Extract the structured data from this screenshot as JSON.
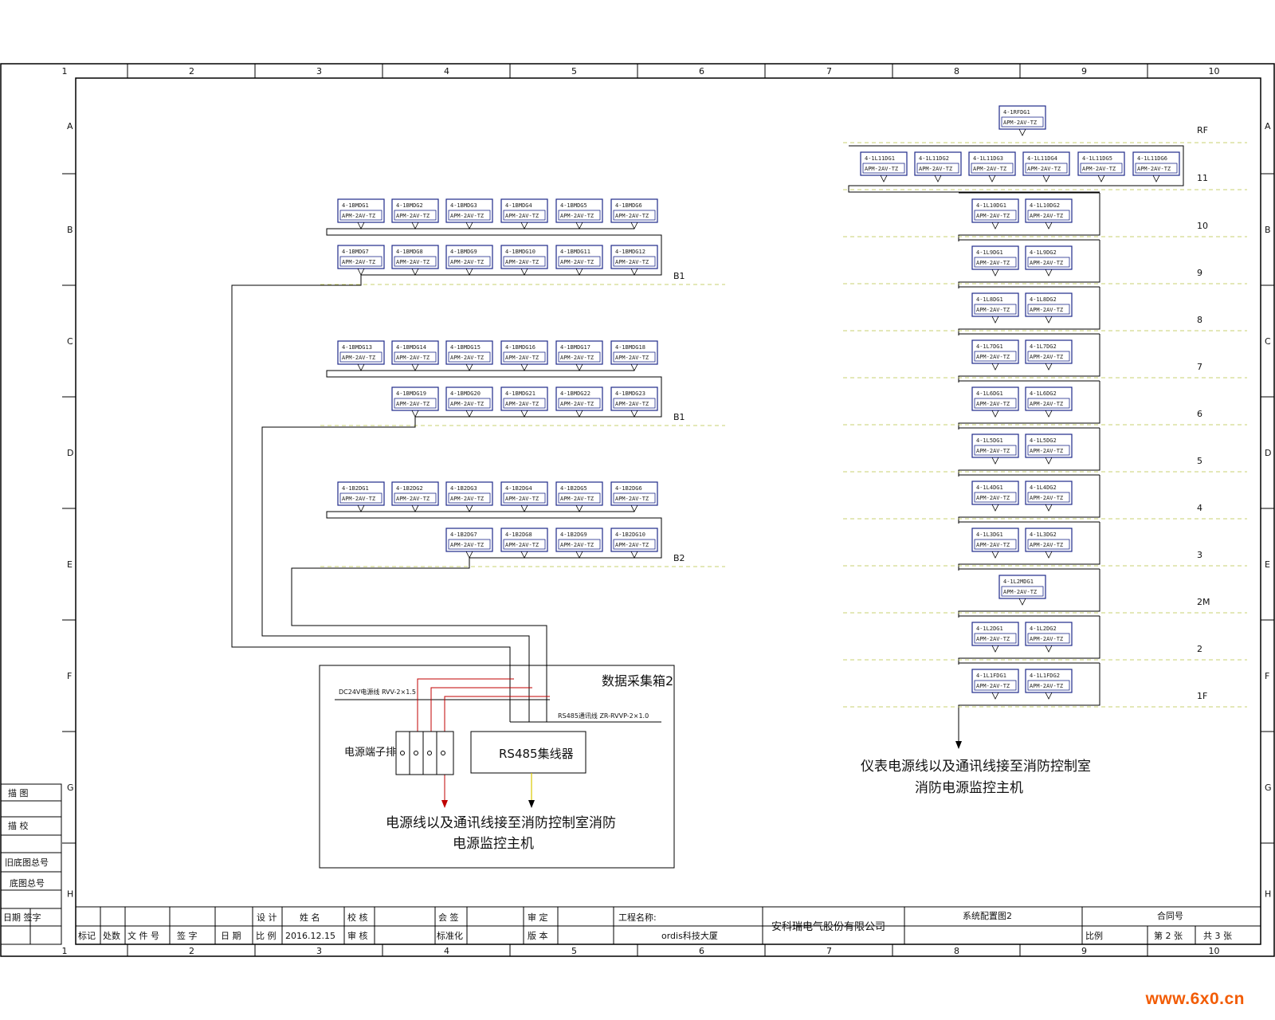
{
  "grid": {
    "top_numbers": [
      "1",
      "2",
      "3",
      "4",
      "5",
      "6",
      "7",
      "8",
      "9",
      "10"
    ],
    "side_letters": [
      "A",
      "B",
      "C",
      "D",
      "E",
      "F",
      "G",
      "H"
    ]
  },
  "left_system": {
    "floors": [
      {
        "label": "B1",
        "row1": [
          "4-1BMDG1",
          "4-1BMDG2",
          "4-1BMDG3",
          "4-1BMDG4",
          "4-1BMDG5",
          "4-1BMDG6"
        ],
        "row2": [
          "4-1BMDG7",
          "4-1BMDG8",
          "4-1BMDG9",
          "4-1BMDG10",
          "4-1BMDG11",
          "4-1BMDG12"
        ]
      },
      {
        "label": "B1",
        "row1": [
          "4-1BMDG13",
          "4-1BMDG14",
          "4-1BMDG15",
          "4-1BMDG16",
          "4-1BMDG17",
          "4-1BMDG18"
        ],
        "row2": [
          "4-1BMDG19",
          "4-1BMDG20",
          "4-1BMDG21",
          "4-1BMDG22",
          "4-1BMDG23"
        ]
      },
      {
        "label": "B2",
        "row1": [
          "4-1B2DG1",
          "4-1B2DG2",
          "4-1B2DG3",
          "4-1B2DG4",
          "4-1B2DG5",
          "4-1B2DG6"
        ],
        "row2": [
          "4-1B2DG7",
          "4-1B2DG8",
          "4-1B2DG9",
          "4-1B2DG10"
        ]
      }
    ],
    "module_model": "APM-2AV-TZ",
    "box_title": "数据采集箱2",
    "supply_label": "DC24V电源线  RVV-2×1.5",
    "comm_label": "RS485通讯线  ZR-RVVP-2×1.0",
    "terminal_label": "电源端子排",
    "hub_label": "RS485集线器",
    "note_line1": "电源线以及通讯线接至消防控制室消防",
    "note_line2": "电源监控主机"
  },
  "right_system": {
    "top_module": "4-1RFDG1",
    "levels": [
      {
        "label": "RF",
        "count": 0
      },
      {
        "label": "11",
        "count": 6
      },
      {
        "label": "10",
        "count": 2
      },
      {
        "label": "9",
        "count": 2
      },
      {
        "label": "8",
        "count": 2
      },
      {
        "label": "7",
        "count": 2
      },
      {
        "label": "6",
        "count": 2
      },
      {
        "label": "5",
        "count": 2
      },
      {
        "label": "4",
        "count": 2
      },
      {
        "label": "3",
        "count": 2
      },
      {
        "label": "2M",
        "count": 1
      },
      {
        "label": "2",
        "count": 2
      },
      {
        "label": "1F",
        "count": 2
      }
    ],
    "note_line1": "仪表电源线以及通讯线接至消防控制室",
    "note_line2": "消防电源监控主机"
  },
  "side_stamps": [
    "描  图",
    "描  校",
    "旧底图总号",
    "底图总号",
    "日期  签字"
  ],
  "title_block": {
    "cells_row1": [
      "设 计",
      "姓 名",
      "校 核",
      "会 签",
      "审 定",
      "工程名称:"
    ],
    "cells_row2": [
      "标记",
      "处数",
      "文 件 号",
      "签 字",
      "日 期",
      "比 例",
      "2016.12.15",
      "审 核",
      "标准化",
      "版 本"
    ],
    "project_name": "ordis科技大厦",
    "company": "安科瑞电气股份有限公司",
    "drawing_name": "系统配置图2",
    "contract_label": "合同号",
    "scale_label": "比例",
    "sheet_no": "第 2 张",
    "sheet_total": "共 3 张"
  },
  "watermark": "www.6x0.cn"
}
